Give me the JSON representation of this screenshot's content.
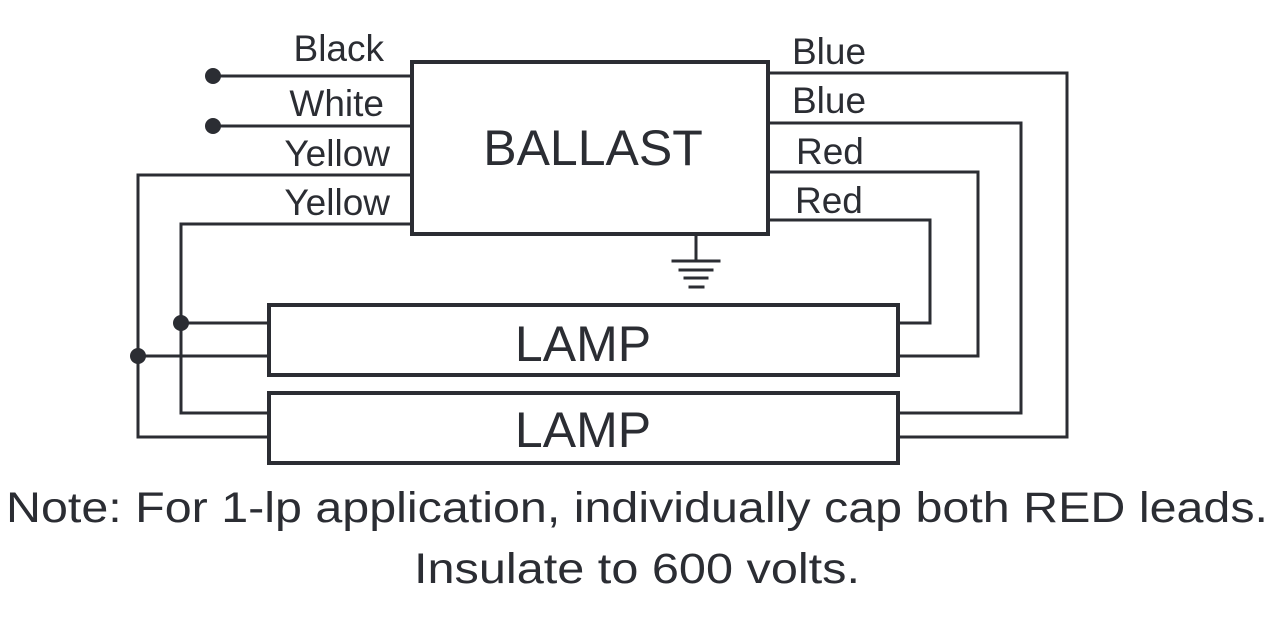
{
  "diagram": {
    "ballast_label": "BALLAST",
    "lamp1_label": "LAMP",
    "lamp2_label": "LAMP",
    "left_leads": {
      "black": "Black",
      "white": "White",
      "yellow1": "Yellow",
      "yellow2": "Yellow"
    },
    "right_leads": {
      "blue1": "Blue",
      "blue2": "Blue",
      "red1": "Red",
      "red2": "Red"
    },
    "ground_symbol": "ground-icon",
    "line_color": "#2b2d33"
  },
  "note": {
    "line1": "Note: For 1-lp application, individually cap both RED leads.",
    "line2": "Insulate to 600 volts."
  }
}
